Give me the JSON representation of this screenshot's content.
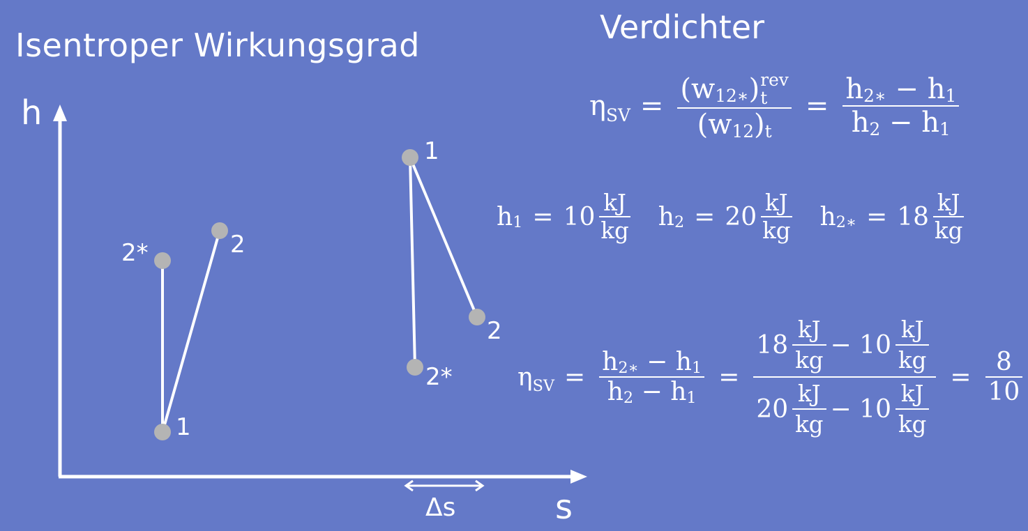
{
  "heading": "Isentroper Wirkungsgrad",
  "subheading": "Verdichter",
  "diagram": {
    "y_axis_label": "h",
    "x_axis_label": "s",
    "delta_label": "Δs",
    "left_points": [
      {
        "id": "1",
        "label": "1"
      },
      {
        "id": "2s",
        "label": "2*"
      },
      {
        "id": "2",
        "label": "2"
      }
    ],
    "right_points": [
      {
        "id": "1",
        "label": "1"
      },
      {
        "id": "2s",
        "label": "2*"
      },
      {
        "id": "2",
        "label": "2"
      }
    ],
    "point_color": "#b4b4b4",
    "line_color": "#ffffff"
  },
  "formula1": {
    "eta": "η",
    "eta_sub": "SV",
    "eq": "=",
    "num_open": "(w",
    "num_sub": "12∗",
    "num_close": ")",
    "num_sup": "rev",
    "num_sub2": "t",
    "den_open": "(w",
    "den_sub": "12",
    "den_close": ")",
    "den_sub2": "t",
    "eq2": "=",
    "r_num_h": "h",
    "r_num_sub": "2∗",
    "minus": "−",
    "r_num_h1": "h",
    "r_num_sub1": "1",
    "r_den_h": "h",
    "r_den_sub": "2",
    "r_den_minus": "−",
    "r_den_h1": "h",
    "r_den_sub1": "1"
  },
  "values": {
    "h1_sym": "h",
    "h1_sub": "1",
    "h1_eq": "=",
    "h1_val": "10",
    "h2_sym": "h",
    "h2_sub": "2",
    "h2_eq": "=",
    "h2_val": "20",
    "h2s_sym": "h",
    "h2s_sub": "2∗",
    "h2s_eq": "=",
    "h2s_val": "18",
    "unit_num": "kJ",
    "unit_den": "kg"
  },
  "formula2": {
    "eta": "η",
    "eta_sub": "SV",
    "eq": "=",
    "f_num_h": "h",
    "f_num_sub": "2∗",
    "f_minus": "−",
    "f_num_h1": "h",
    "f_num_sub1": "1",
    "f_den_h": "h",
    "f_den_sub": "2",
    "f_den_minus": "−",
    "f_den_h1": "h",
    "f_den_sub1": "1",
    "eq2": "=",
    "n_a": "18",
    "n_minus": "−",
    "n_b": "10",
    "d_a": "20",
    "d_minus": "−",
    "d_b": "10",
    "unit_num": "kJ",
    "unit_den": "kg",
    "eq3": "=",
    "result_num": "8",
    "result_den": "10"
  }
}
